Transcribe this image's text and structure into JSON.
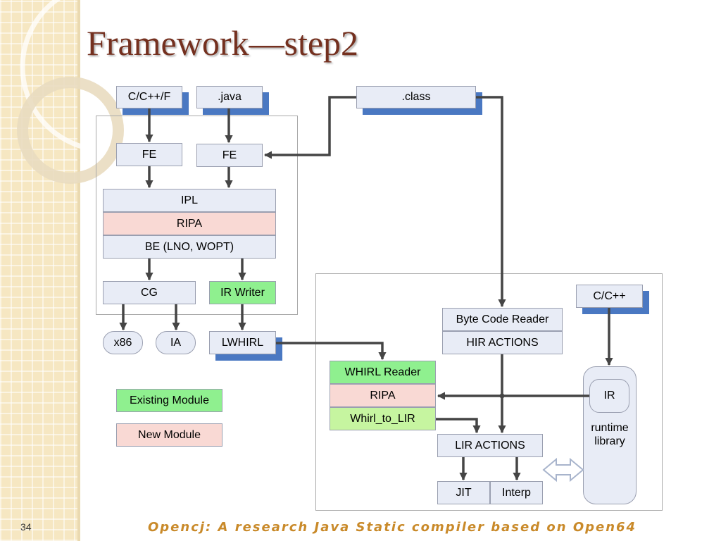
{
  "title": "Framework—step2",
  "footer": "Opencj: A research Java Static compiler based on Open64",
  "page_number": "34",
  "inputs": {
    "cfortran": "C/C++/F",
    "java": ".java",
    "class": ".class"
  },
  "front_ends": {
    "fe_c": "FE",
    "fe_java": "FE"
  },
  "stack": {
    "ipl": "IPL",
    "ripa": "RIPA",
    "be": "BE (LNO, WOPT)"
  },
  "backend": {
    "cg": "CG",
    "ir_writer": "IR Writer",
    "x86": "x86",
    "ia": "IA",
    "lwhirl": "LWHIRL"
  },
  "legend": {
    "existing": "Existing Module",
    "new": "New Module"
  },
  "jvm": {
    "bytecode_reader": "Byte Code Reader",
    "hir_actions": "HIR ACTIONS",
    "whirl_reader": "WHIRL Reader",
    "ripa": "RIPA",
    "whirl_to_lir": "Whirl_to_LIR",
    "lir_actions": "LIR ACTIONS",
    "jit": "JIT",
    "interp": "Interp",
    "cpp": "C/C++",
    "ir": "IR",
    "runtime_library": "runtime library"
  },
  "colors": {
    "existing": "#8ff08f",
    "new": "#f9d9d4",
    "shadow": "#4a78c2",
    "title": "#74301f",
    "footer": "#c98a2a"
  }
}
